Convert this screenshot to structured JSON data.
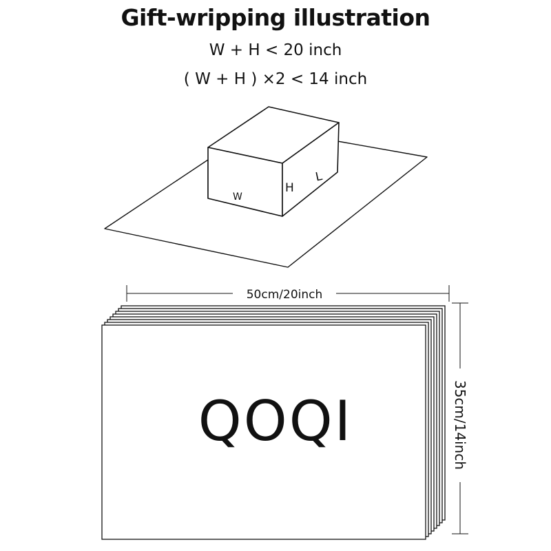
{
  "header": {
    "title": "Gift-wripping illustration",
    "formula_1": "W + H < 20 inch",
    "formula_2": "( W + H ) ×2 < 14 inch"
  },
  "box_diagram": {
    "label_w": "W",
    "label_h": "H",
    "label_l": "L"
  },
  "paper_stack": {
    "width_label": "50cm/20inch",
    "height_label": "35cm/14inch",
    "brand": "QOQI",
    "sheet_count": 8
  }
}
